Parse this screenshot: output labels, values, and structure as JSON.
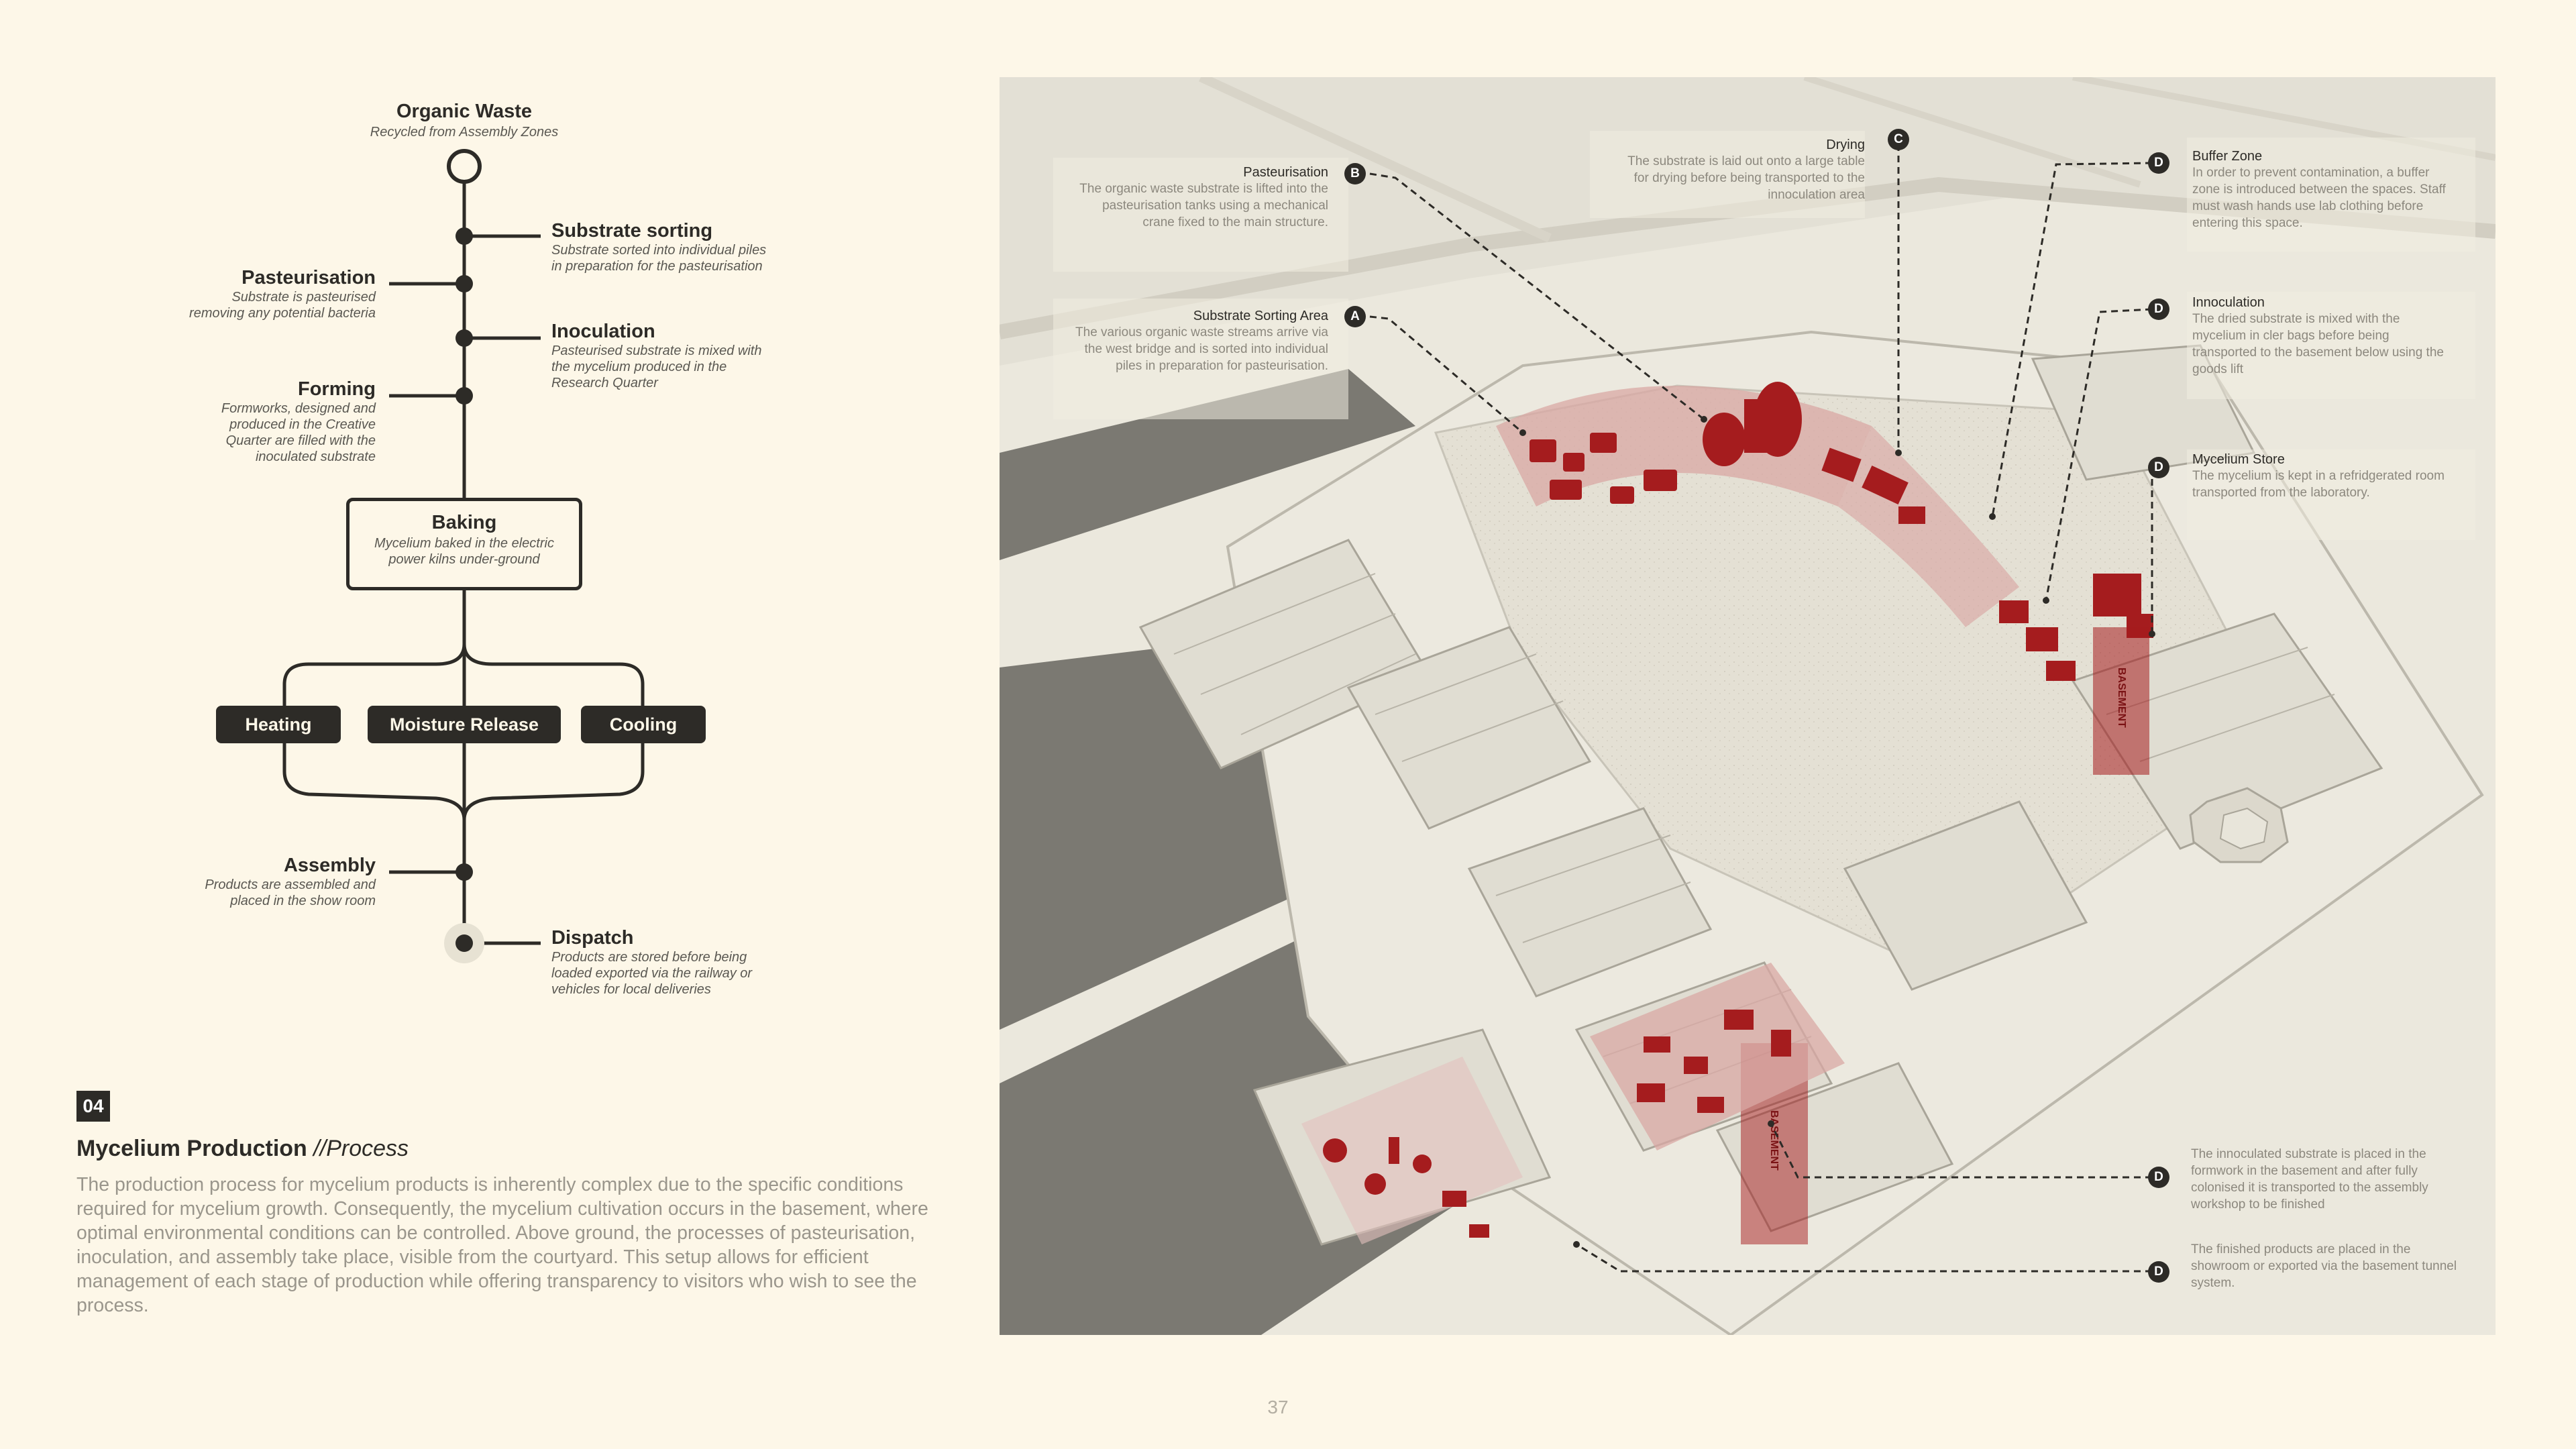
{
  "flow": {
    "start": {
      "title": "Organic Waste",
      "desc": "Recycled from Assembly Zones"
    },
    "substrate_sorting": {
      "title": "Substrate sorting",
      "desc": "Substrate sorted into individual piles in preparation for the pasteurisation"
    },
    "pasteurisation": {
      "title": "Pasteurisation",
      "desc": "Substrate is pasteurised removing any potential bacteria"
    },
    "inoculation": {
      "title": "Inoculation",
      "desc": "Pasteurised substrate is mixed with the mycelium produced in the Research Quarter"
    },
    "forming": {
      "title": "Forming",
      "desc": "Formworks, designed and produced in the Creative Quarter are filled with the inoculated substrate"
    },
    "baking": {
      "title": "Baking",
      "desc": "Mycelium baked in the electric power kilns under-ground"
    },
    "branches": [
      "Heating",
      "Moisture Release",
      "Cooling"
    ],
    "assembly": {
      "title": "Assembly",
      "desc": "Products are assembled and placed in the show room"
    },
    "dispatch": {
      "title": "Dispatch",
      "desc": "Products are stored before being loaded exported via the railway or vehicles for local deliveries"
    }
  },
  "section": {
    "number": "04",
    "title": "Mycelium Production",
    "separator": "//",
    "subtitle": "Process",
    "body": "The production process for mycelium products is inherently complex due to the specific conditions required for mycelium growth. Consequently, the mycelium cultivation occurs in the basement, where optimal environmental conditions can be controlled. Above ground, the processes of pasteurisation, inoculation, and assembly take place, visible from the courtyard. This setup allows for efficient management of each stage of production while offering transparency to visitors who wish to see the process."
  },
  "page_number": "37",
  "callouts": {
    "pasteurisation": {
      "marker": "B",
      "label": "Pasteurisation",
      "desc": "The organic waste substrate is lifted into the pasteurisation tanks using a mechanical crane fixed to the main structure."
    },
    "substrate_sorting": {
      "marker": "A",
      "label": "Substrate Sorting Area",
      "desc": "The various organic waste streams arrive via the west bridge and is sorted into individual piles in preparation for pasteurisation."
    },
    "drying": {
      "marker": "C",
      "label": "Drying",
      "desc": "The substrate is laid out onto a large table for drying before being transported to the innoculation area"
    },
    "buffer_zone": {
      "marker": "D",
      "label": "Buffer Zone",
      "desc": "In order to prevent contamination, a buffer zone is introduced between the spaces. Staff must wash hands use lab clothing before entering this space."
    },
    "innoculation": {
      "marker": "D",
      "label": "Innoculation",
      "desc": "The dried substrate is mixed with the mycelium in cler bags before being transported to the basement below using the goods lift"
    },
    "mycelium_store": {
      "marker": "D",
      "label": "Mycelium Store",
      "desc": "The mycelium is kept in a refridgerated room transported from the laboratory."
    },
    "basement_formwork": {
      "marker": "D",
      "desc": "The innoculated substrate is placed in the formwork in the basement and after fully colonised it is transported to the assembly workshop to be finished"
    },
    "showroom": {
      "marker": "D",
      "desc": "The finished products are placed in the showroom or exported via the basement tunnel system."
    }
  },
  "basement_labels": [
    "BASEMENT",
    "BASEMENT"
  ],
  "colors": {
    "background": "#fdf7e8",
    "ink": "#2d2b27",
    "accent_red": "#a51c1e",
    "muted_text": "#9a968c"
  }
}
